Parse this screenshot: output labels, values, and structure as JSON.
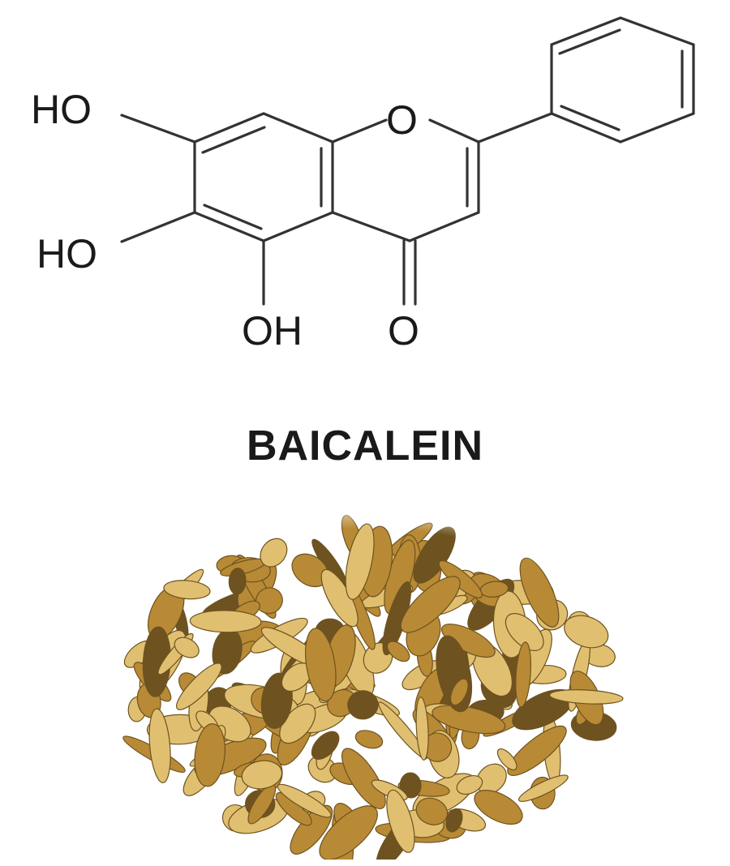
{
  "compound": {
    "name": "BAICALEIN",
    "atoms": {
      "ho_top": "HO",
      "ho_mid": "HO",
      "oh_bottom": "OH",
      "ring_oxygen": "O",
      "carbonyl_oxygen": "O"
    }
  },
  "photo": {
    "subject": "dried-root-slices-icon",
    "colors": {
      "light": "#e0c070",
      "mid": "#b88a35",
      "dark": "#6e5220",
      "background": "#ffffff"
    }
  }
}
